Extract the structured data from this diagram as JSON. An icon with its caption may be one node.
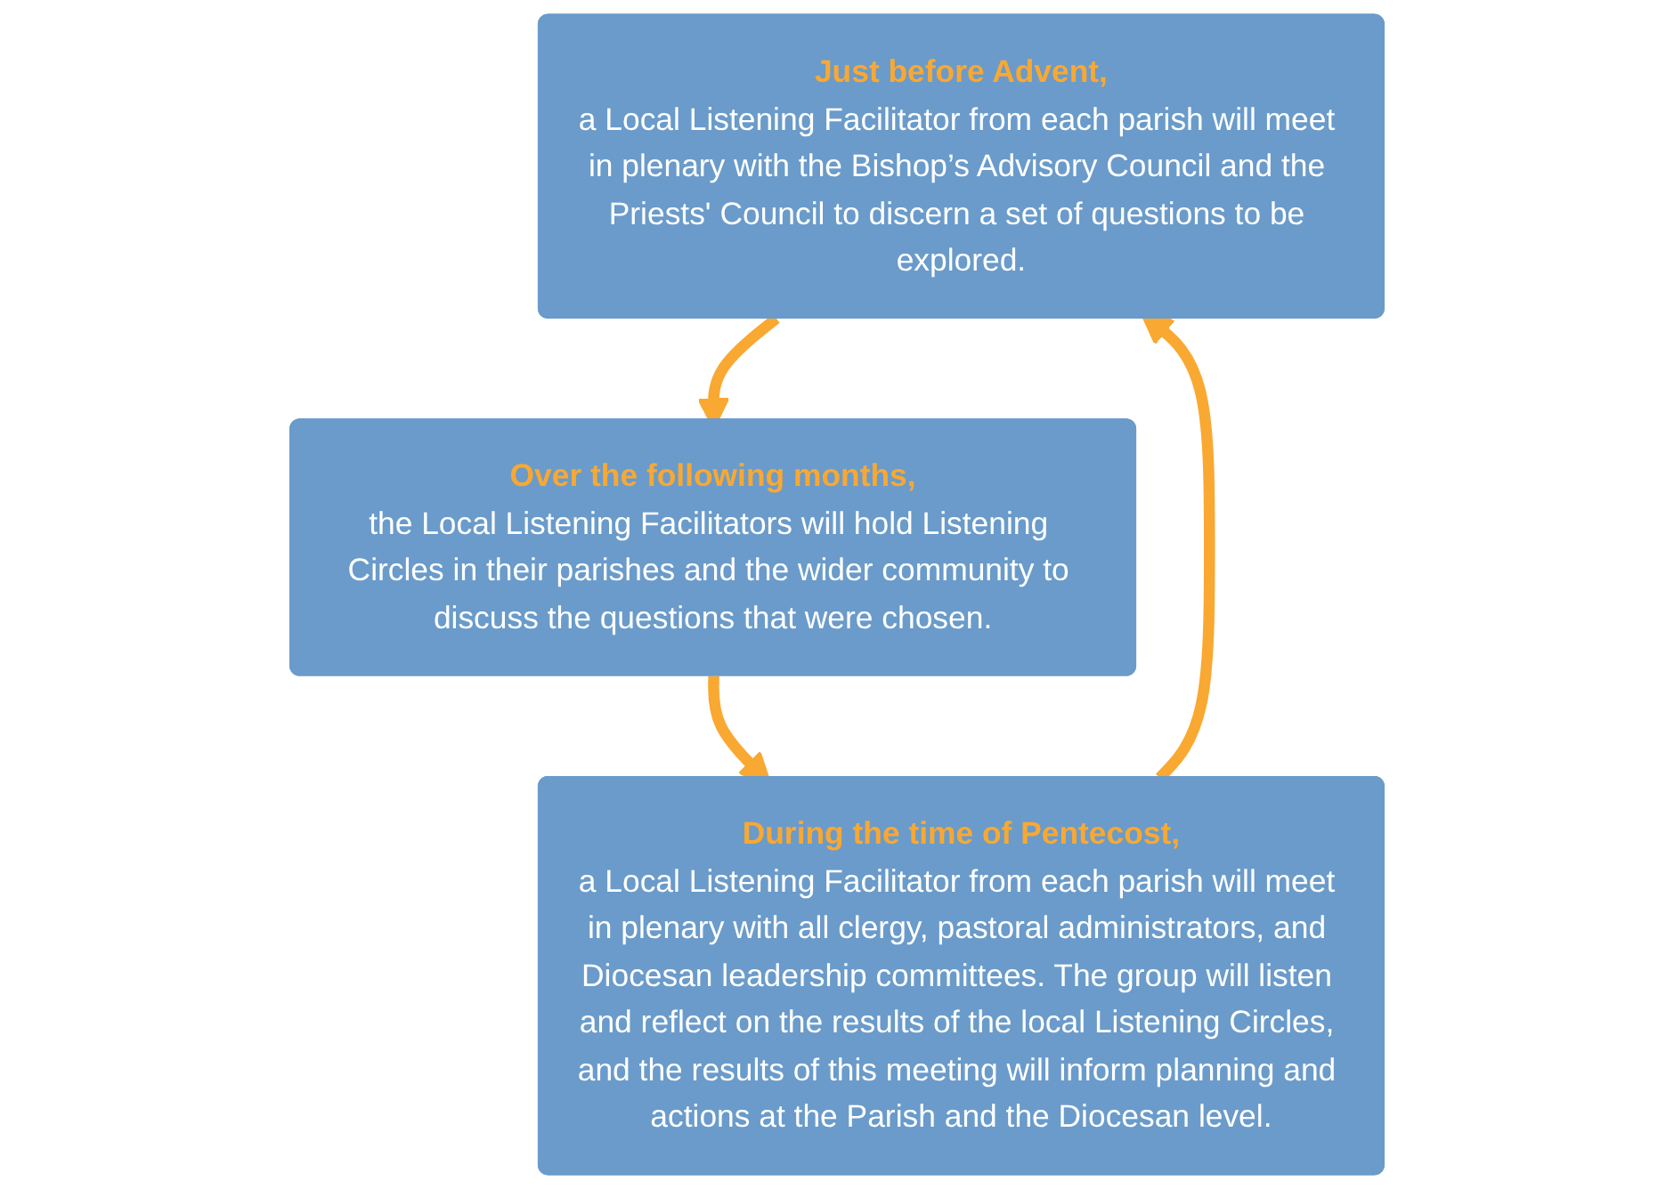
{
  "diagram": {
    "nodes": [
      {
        "text": [
          "Just before Advent,",
          "a Local Listening Facilitator from each parish will meet in plenary with the Bishop’s Advisory Council and the Priests' Council to discern a set of questions to be explored."
        ]
      },
      {
        "text": [
          "Over the following months,",
          "the Local Listening Facilitators will hold Listening Circles in their parishes and the wider community to discuss the questions that were chosen."
        ]
      },
      {
        "text": [
          "During the time of Pentecost,",
          "a Local Listening Facilitator from each parish will meet in plenary with all clergy, pastoral administrators, and Diocesan leadership committees. The group will listen and reflect on the results of the local Listening Circles, and the results of this meeting will inform planning and actions at the Parish and the Diocesan level."
        ]
      }
    ],
    "edges": [
      {
        "from": 0,
        "to": 1,
        "arrow": "to"
      },
      {
        "from": 1,
        "to": 2,
        "arrow": "to"
      },
      {
        "from": 2,
        "to": 0,
        "arrow": "to"
      }
    ]
  }
}
